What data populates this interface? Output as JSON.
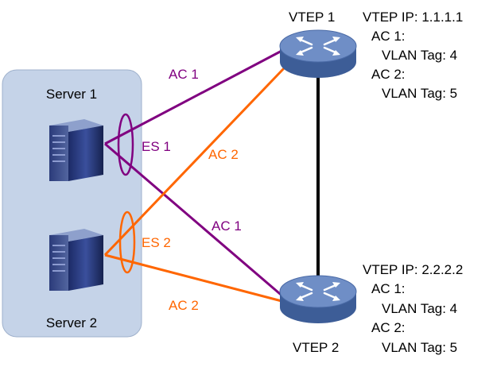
{
  "colors": {
    "purple": "#800080",
    "orange": "#ff6600",
    "group_fill": "#c5d3e8",
    "group_stroke": "#9fb1cc",
    "router_top": "#6f8ec6",
    "router_side": "#3d5d97"
  },
  "servers": {
    "server1": {
      "label": "Server 1",
      "icon": "server-tower-icon"
    },
    "server2": {
      "label": "Server 2",
      "icon": "server-tower-icon"
    }
  },
  "vteps": {
    "vtep1": {
      "label": "VTEP 1",
      "icon": "switch-router-icon",
      "ip": "VTEP IP: 1.1.1.1",
      "ac1": "AC 1:",
      "ac1_tag": "VLAN Tag: 4",
      "ac2": "AC 2:",
      "ac2_tag": "VLAN Tag: 5"
    },
    "vtep2": {
      "label": "VTEP 2",
      "icon": "switch-router-icon",
      "ip": "VTEP IP: 2.2.2.2",
      "ac1": "AC 1:",
      "ac1_tag": "VLAN Tag: 4",
      "ac2": "AC 2:",
      "ac2_tag": "VLAN Tag: 5"
    }
  },
  "links": {
    "s1_vtep1": "AC 1",
    "s1_vtep2": "AC 1",
    "s2_vtep1": "AC 2",
    "s2_vtep2": "AC 2"
  },
  "segments": {
    "es1": "ES 1",
    "es2": "ES 2"
  }
}
